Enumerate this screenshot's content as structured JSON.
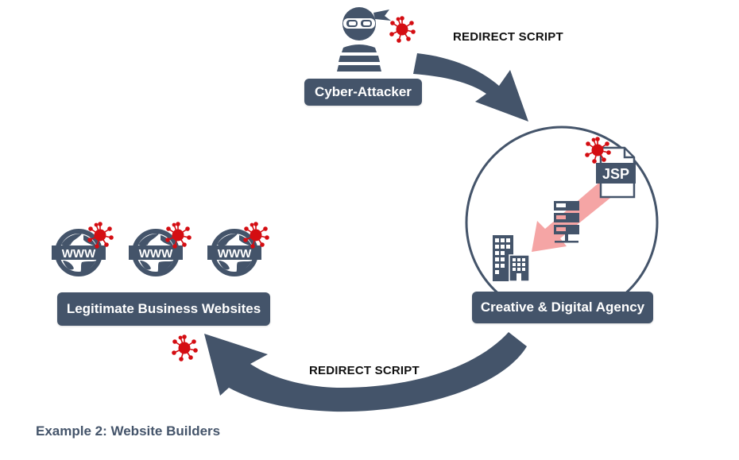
{
  "colors": {
    "primary": "#44546a",
    "virus": "#d40d12",
    "pink_arrow": "#f4a0a0",
    "background": "#ffffff"
  },
  "nodes": {
    "attacker": {
      "label": "Cyber-Attacker",
      "icon": "hacker-icon"
    },
    "agency": {
      "label": "Creative & Digital Agency",
      "icons": [
        "jsp-file-icon",
        "server-icon",
        "building-icon"
      ],
      "file_label": "JSP"
    },
    "websites": {
      "label": "Legitimate Business Websites",
      "icon": "www-globe-icon",
      "count": 3,
      "globe_text": "WWW"
    }
  },
  "arrows": {
    "top": {
      "label": "REDIRECT SCRIPT",
      "from": "attacker",
      "to": "agency"
    },
    "bottom": {
      "label": "REDIRECT SCRIPT",
      "from": "agency",
      "to": "websites"
    }
  },
  "footer": {
    "caption": "Example 2: Website Builders"
  }
}
